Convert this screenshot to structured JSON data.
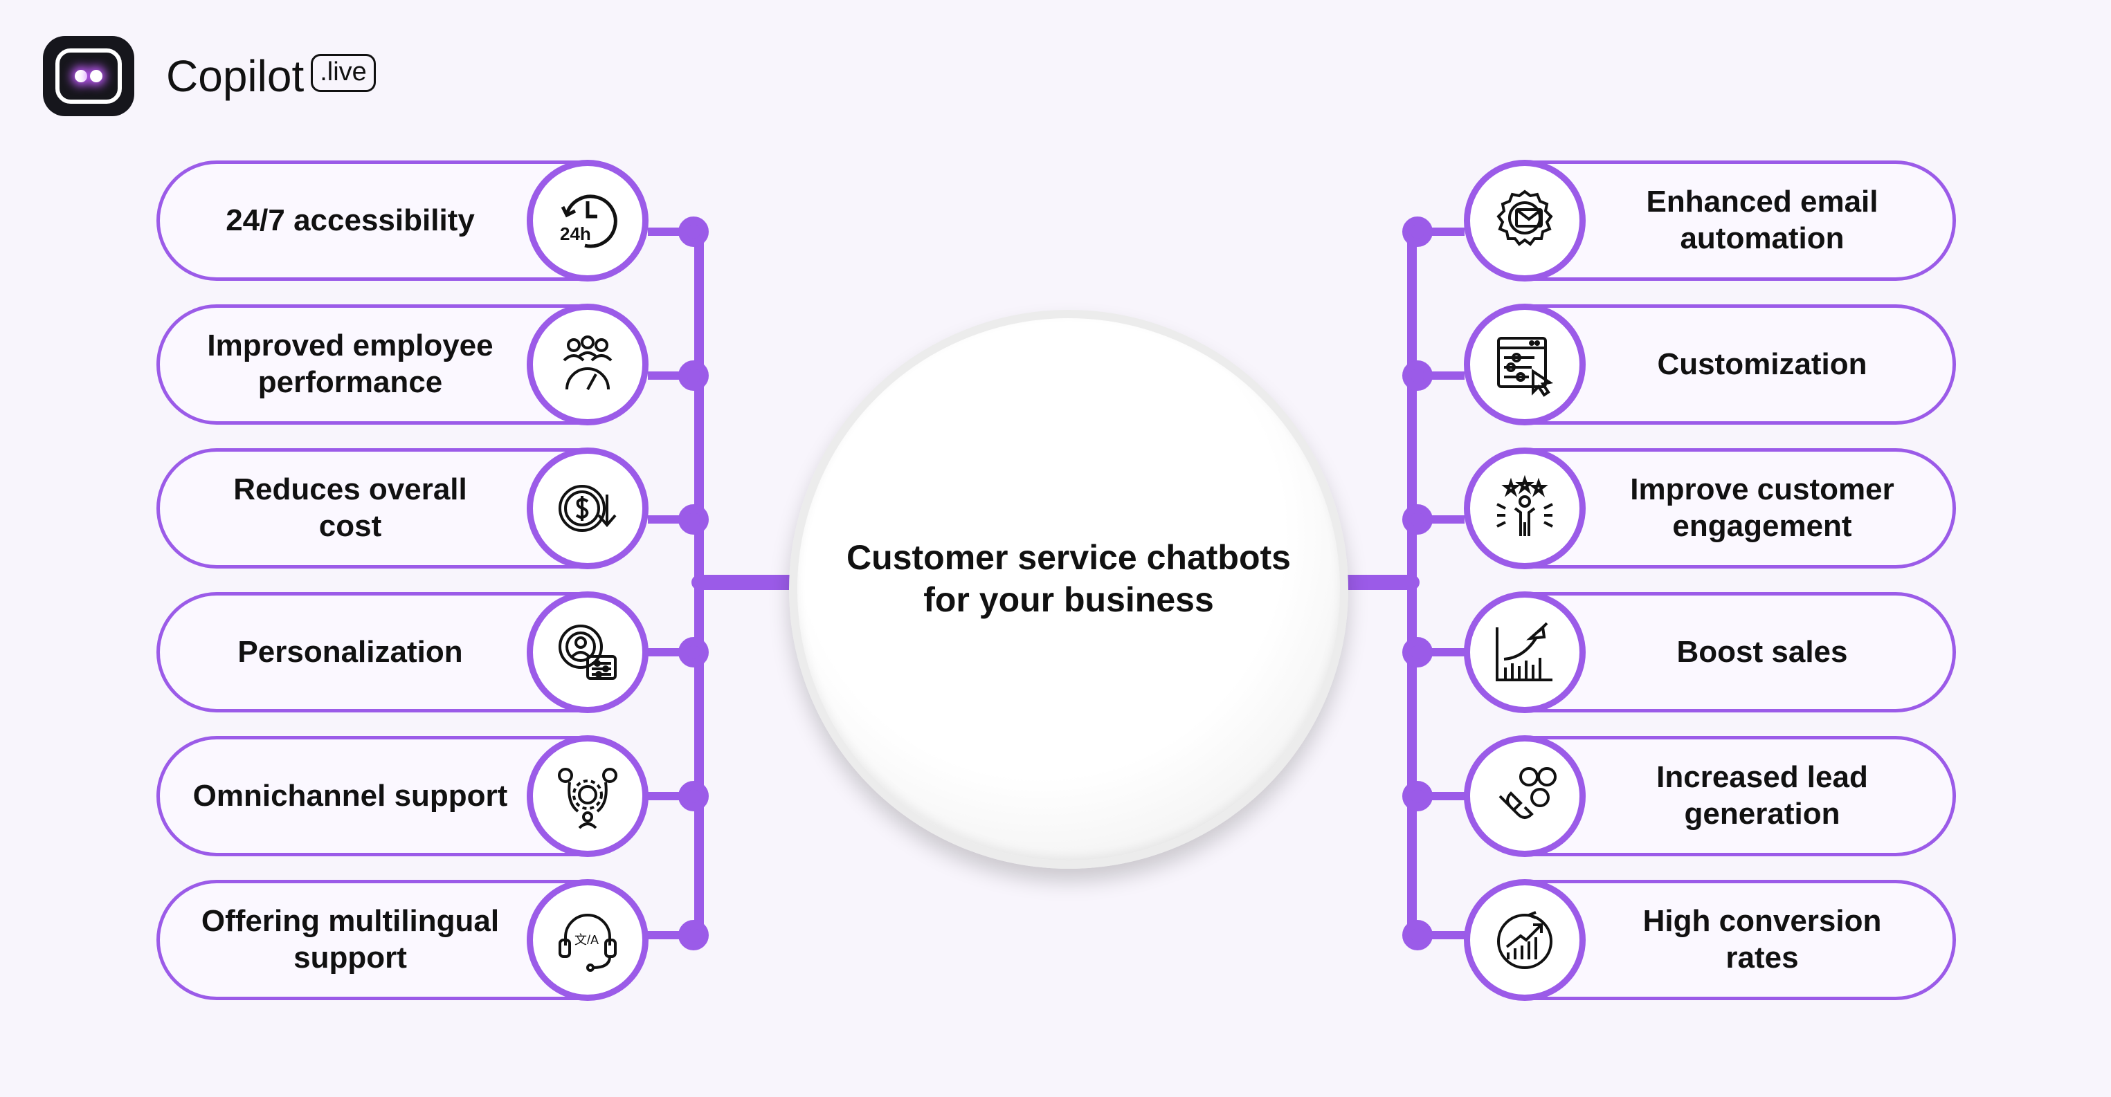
{
  "brand": {
    "name": "Copilot",
    "tag": ".live"
  },
  "center": {
    "line1": "Customer service chatbots",
    "line2": "for your business"
  },
  "left_items": [
    {
      "line1": "24/7 accessibility",
      "line2": "",
      "icon": "clock-24h-icon",
      "icon_text": "24h"
    },
    {
      "line1": "Improved employee",
      "line2": "performance",
      "icon": "team-performance-icon"
    },
    {
      "line1": "Reduces overall",
      "line2": "cost",
      "icon": "cost-reduction-icon"
    },
    {
      "line1": "Personalization",
      "line2": "",
      "icon": "personalization-icon"
    },
    {
      "line1": "Omnichannel support",
      "line2": "",
      "icon": "omnichannel-icon"
    },
    {
      "line1": "Offering multilingual",
      "line2": "support",
      "icon": "multilingual-headset-icon",
      "icon_text": "文/A"
    }
  ],
  "right_items": [
    {
      "line1": "Enhanced email",
      "line2": "automation",
      "icon": "email-automation-icon"
    },
    {
      "line1": "Customization",
      "line2": "",
      "icon": "customization-icon"
    },
    {
      "line1": "Improve customer",
      "line2": "engagement",
      "icon": "engagement-icon"
    },
    {
      "line1": "Boost sales",
      "line2": "",
      "icon": "sales-rocket-icon"
    },
    {
      "line1": "Increased lead",
      "line2": "generation",
      "icon": "lead-magnet-icon"
    },
    {
      "line1": "High conversion",
      "line2": "rates",
      "icon": "conversion-chart-icon"
    }
  ],
  "colors": {
    "accent": "#9b5be8",
    "background": "#f8f5fc",
    "text": "#111111"
  }
}
